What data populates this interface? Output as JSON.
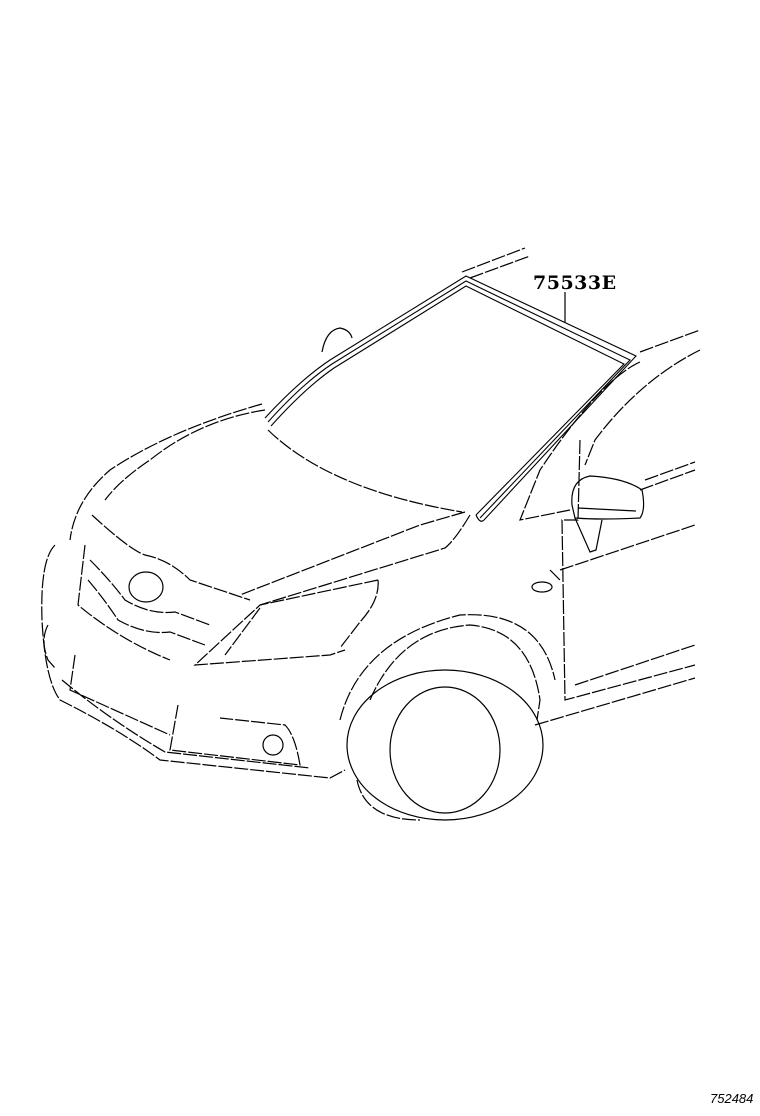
{
  "diagram": {
    "subject": "Front windshield molding — vehicle line drawing",
    "callouts": [
      {
        "part_number": "75533E",
        "target": "windshield-outside-molding"
      }
    ],
    "figure_id": "752484"
  }
}
